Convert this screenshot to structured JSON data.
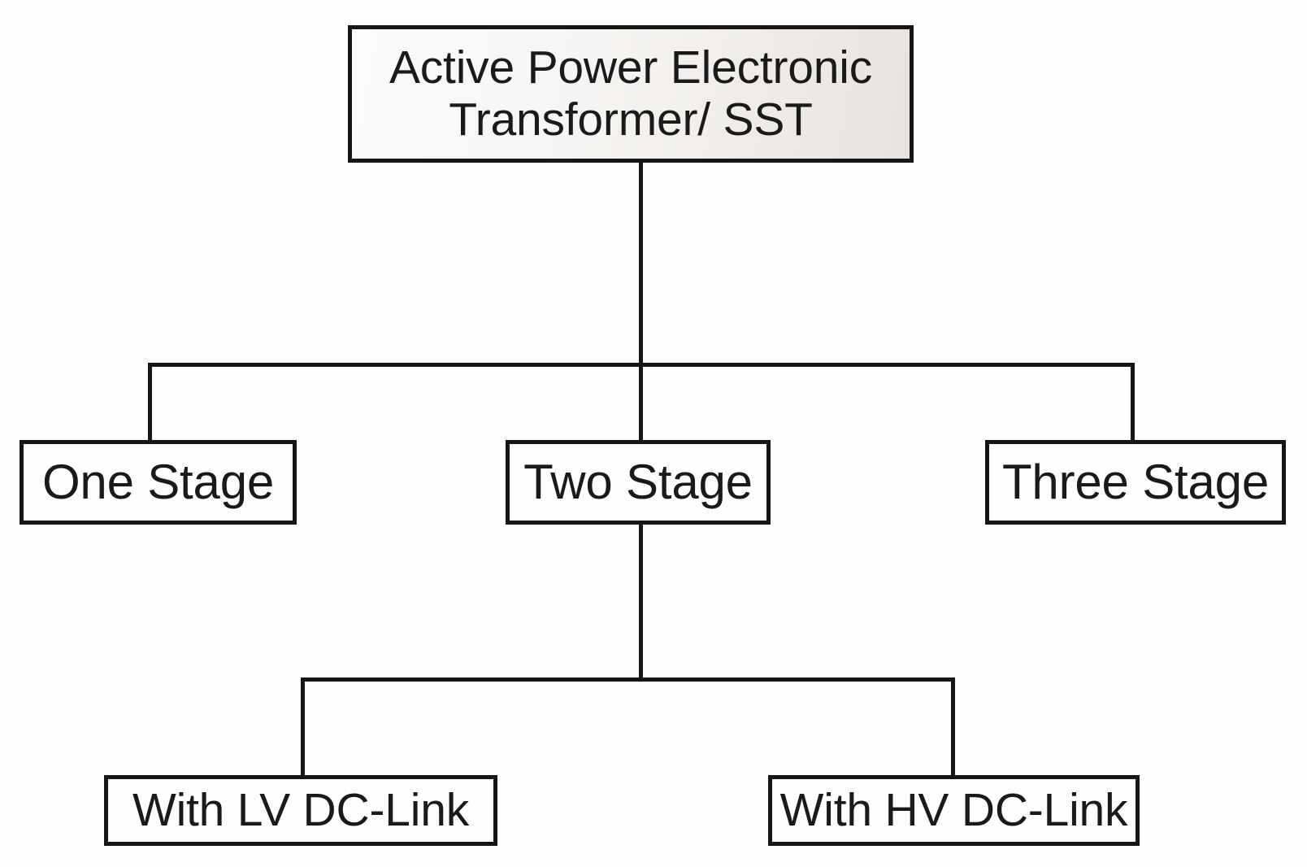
{
  "diagram": {
    "type": "hierarchy-tree",
    "orientation": "top-down",
    "background_color": "#fffefc",
    "line_color": "#161616",
    "levels": 3,
    "root": {
      "id": "root",
      "label": "Active Power Electronic\nTransformer/ SST",
      "fill_start_color": "#fcfbfa",
      "fill_end_color": "#e7e2dd",
      "border_color": "#161616"
    },
    "level2": [
      {
        "id": "one-stage",
        "label": "One Stage",
        "fill_color": "#fffefd",
        "border_color": "#161616",
        "children": 0
      },
      {
        "id": "two-stage",
        "label": "Two Stage",
        "fill_color": "#fffefd",
        "border_color": "#161616",
        "children": 2
      },
      {
        "id": "three-stage",
        "label": "Three Stage",
        "fill_color": "#fffefd",
        "border_color": "#161616",
        "children": 0
      }
    ],
    "level3": [
      {
        "id": "lv-dc-link",
        "label": "With LV DC-Link",
        "parent": "two-stage",
        "fill_color": "#fffefd",
        "border_color": "#161616"
      },
      {
        "id": "hv-dc-link",
        "label": "With HV DC-Link",
        "parent": "two-stage",
        "fill_color": "#fffefd",
        "border_color": "#161616"
      }
    ]
  }
}
